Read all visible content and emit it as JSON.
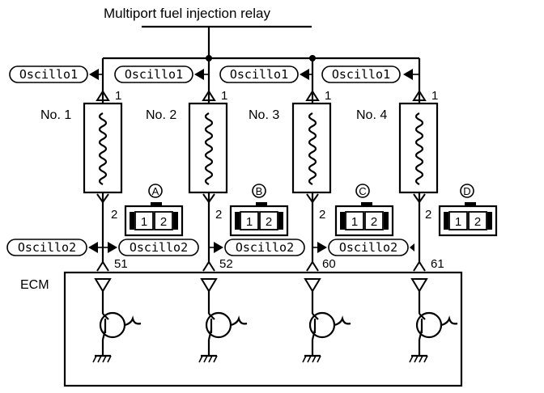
{
  "title": "Multiport fuel injection relay",
  "ecm_label": "ECM",
  "oscillo1_label": "Oscillo1",
  "oscillo2_label": "Oscillo2",
  "injectors": [
    {
      "label": "No. 1",
      "pin_top": "1",
      "pin_bottom": "2",
      "ecm_pin": "51",
      "connector": "A"
    },
    {
      "label": "No. 2",
      "pin_top": "1",
      "pin_bottom": "2",
      "ecm_pin": "52",
      "connector": "B"
    },
    {
      "label": "No. 3",
      "pin_top": "1",
      "pin_bottom": "2",
      "ecm_pin": "60",
      "connector": "C"
    },
    {
      "label": "No. 4",
      "pin_top": "1",
      "pin_bottom": "2",
      "ecm_pin": "61",
      "connector": "D"
    }
  ],
  "connector_pins": [
    "1",
    "2"
  ]
}
